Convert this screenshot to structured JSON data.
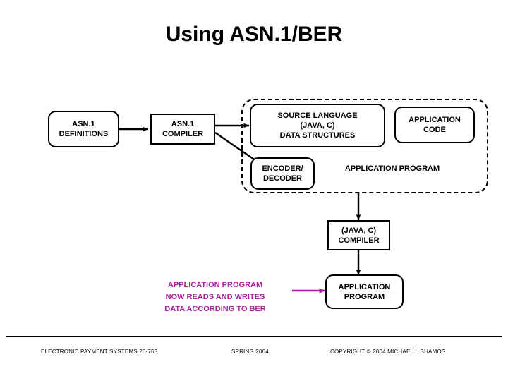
{
  "slide": {
    "title": "Using ASN.1/BER"
  },
  "diagram": {
    "nodes": [
      {
        "id": "asn1-definitions",
        "lines": [
          "ASN.1",
          "DEFINITIONS"
        ],
        "shape": "rounded"
      },
      {
        "id": "asn1-compiler",
        "lines": [
          "ASN.1",
          "COMPILER"
        ],
        "shape": "sharp"
      },
      {
        "id": "source-language",
        "lines": [
          "SOURCE LANGUAGE",
          "(JAVA, C)",
          "DATA STRUCTURES"
        ],
        "shape": "rounded"
      },
      {
        "id": "application-code",
        "lines": [
          "APPLICATION",
          "CODE"
        ],
        "shape": "rounded"
      },
      {
        "id": "encoder-decoder",
        "lines": [
          "ENCODER/",
          "DECODER"
        ],
        "shape": "rounded"
      },
      {
        "id": "java-c-compiler",
        "lines": [
          "(JAVA, C)",
          "COMPILER"
        ],
        "shape": "sharp"
      },
      {
        "id": "application-program-result",
        "lines": [
          "APPLICATION",
          "PROGRAM"
        ],
        "shape": "rounded"
      }
    ],
    "group_label": "APPLICATION PROGRAM",
    "annotation": {
      "lines": [
        "APPLICATION PROGRAM",
        "NOW READS AND WRITES",
        "DATA ACCORDING TO BER"
      ],
      "color": "#aa1d9e"
    }
  },
  "footer": {
    "course": "ELECTRONIC PAYMENT SYSTEMS 20-763",
    "term": "SPRING 2004",
    "copyright": "COPYRIGHT © 2004 MICHAEL I. SHAMOS"
  }
}
